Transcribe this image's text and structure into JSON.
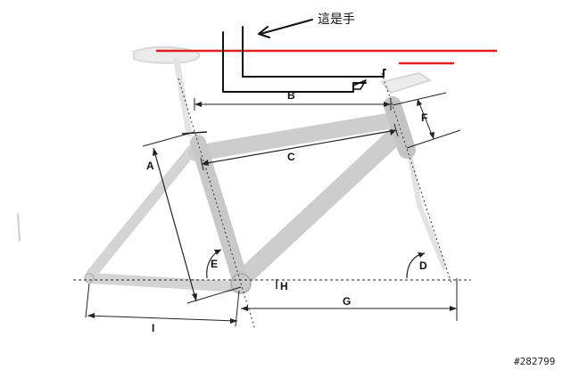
{
  "annotation": {
    "text": "這是手"
  },
  "labels": {
    "A": "A",
    "B": "B",
    "C": "C",
    "D": "D",
    "E": "E",
    "F": "F",
    "G": "G",
    "H": "H",
    "I": "I"
  },
  "watermark": "#282799",
  "colors": {
    "frame": "#cfcfcf",
    "frame_edge": "#a9a9a9",
    "dimension": "#222222",
    "annotation_red": "#e02020",
    "hand_line": "#111111"
  }
}
